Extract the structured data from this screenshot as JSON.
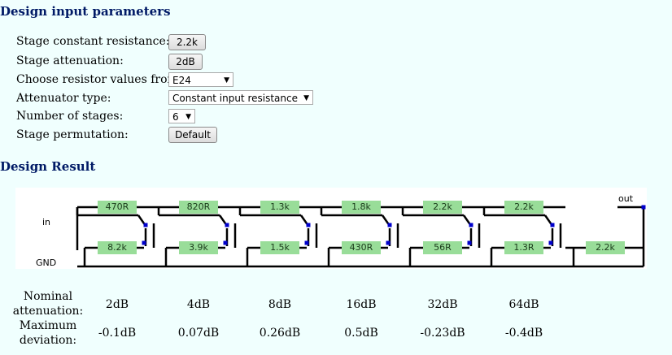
{
  "section_params": {
    "heading": "Design input parameters"
  },
  "params": {
    "constant_resistance": {
      "label": "Stage constant resistance:",
      "value": "2.2k"
    },
    "attenuation": {
      "label": "Stage attenuation:",
      "value": "2dB"
    },
    "resistor_series": {
      "label": "Choose resistor values from:",
      "value": "E24"
    },
    "attenuator_type": {
      "label": "Attenuator type:",
      "value": "Constant input resistance"
    },
    "num_stages": {
      "label": "Number of stages:",
      "value": "6"
    },
    "permutation": {
      "label": "Stage permutation:",
      "value": "Default"
    }
  },
  "section_result": {
    "heading": "Design Result"
  },
  "circuit": {
    "in_label": "in",
    "gnd_label": "GND",
    "out_label": "out",
    "stages": [
      {
        "series": "470R",
        "shunt": "8.2k"
      },
      {
        "series": "820R",
        "shunt": "3.9k"
      },
      {
        "series": "1.3k",
        "shunt": "1.5k"
      },
      {
        "series": "1.8k",
        "shunt": "430R"
      },
      {
        "series": "2.2k",
        "shunt": "56R"
      },
      {
        "series": "2.2k",
        "shunt": "1.3R"
      }
    ],
    "termination": "2.2k",
    "colors": {
      "resistor": "#99dd99",
      "wire": "#000000",
      "switch_contact": "#0000cc"
    }
  },
  "results": {
    "nominal_label_1": "Nominal",
    "nominal_label_2": "attenuation:",
    "deviation_label_1": "Maximum",
    "deviation_label_2": "deviation:",
    "nominal": [
      "2dB",
      "4dB",
      "8dB",
      "16dB",
      "32dB",
      "64dB"
    ],
    "deviation": [
      "-0.1dB",
      "0.07dB",
      "0.26dB",
      "0.5dB",
      "-0.23dB",
      "-0.4dB"
    ]
  }
}
